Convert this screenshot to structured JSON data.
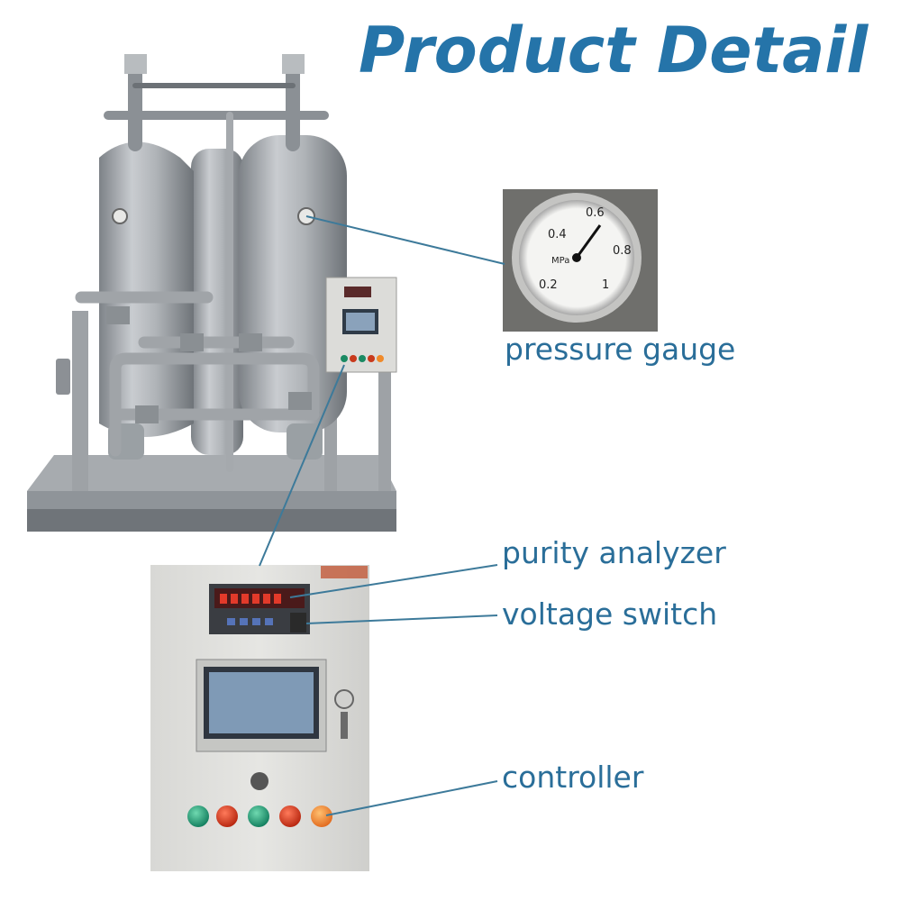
{
  "header": {
    "title": "Product Detail"
  },
  "callouts": {
    "pressure_gauge": "pressure gauge",
    "purity_analyzer": "purity analyzer",
    "voltage_switch": "voltage switch",
    "controller": "controller"
  },
  "gauge": {
    "ticks": [
      "0.2",
      "0.4",
      "0.6",
      "0.8",
      "1"
    ],
    "unit": "MPa"
  },
  "colors": {
    "accent": "#2574a9",
    "label": "#2a6e99",
    "line": "#3d7a9a"
  }
}
